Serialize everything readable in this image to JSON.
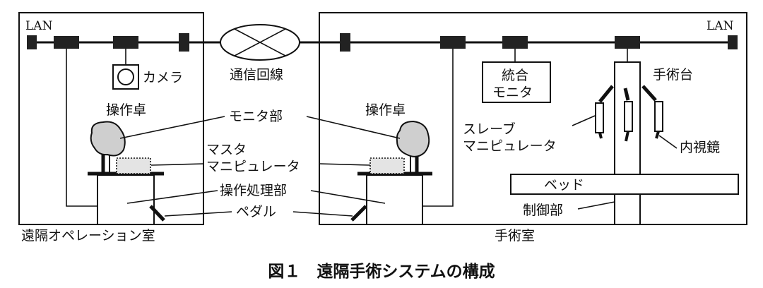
{
  "labels": {
    "lan_left": "LAN",
    "lan_right": "LAN",
    "camera": "カメラ",
    "comm_line": "通信回線",
    "console_left": "操作卓",
    "console_right": "操作卓",
    "monitor_unit": "モニタ部",
    "master_1": "マスタ",
    "master_2": "マニピュレータ",
    "processing_unit": "操作処理部",
    "pedal": "ペダル",
    "remote_room": "遠隔オペレーション室",
    "integrated_1": "統合",
    "integrated_2": "モニタ",
    "operating_table": "手術台",
    "slave_1": "スレーブ",
    "slave_2": "マニピュレータ",
    "endoscope": "内視鏡",
    "bed": "ベッド",
    "control_unit": "制御部",
    "operating_room": "手術室"
  },
  "caption": "図１　遠隔手術システムの構成",
  "colors": {
    "ink": "#111111",
    "background": "#ffffff"
  }
}
